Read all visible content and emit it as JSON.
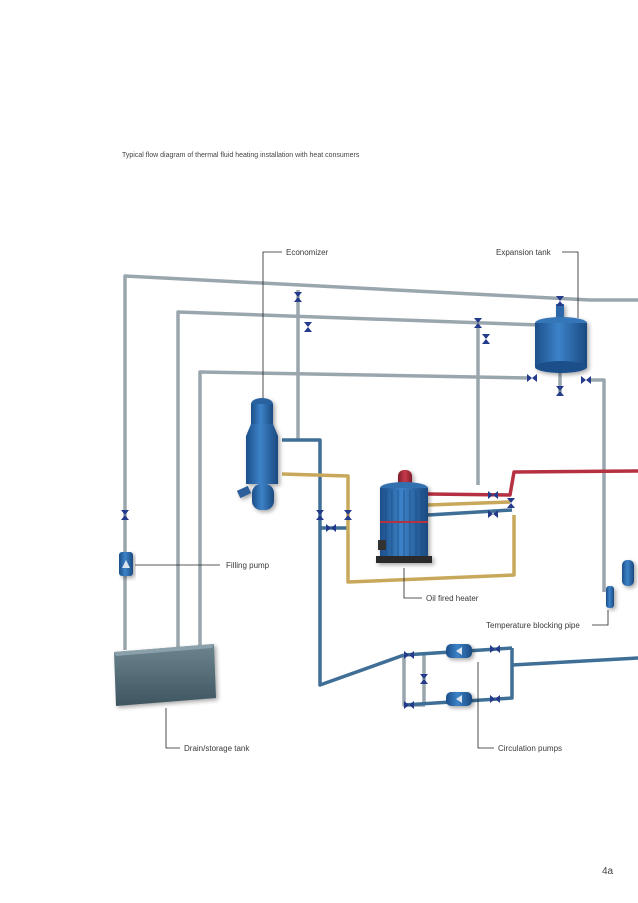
{
  "title": "Typical flow diagram of thermal fluid heating installation with heat consumers",
  "page_number": "4a",
  "labels": {
    "economizer": "Economizer",
    "expansion_tank": "Expansion tank",
    "filling_pump": "Filling pump",
    "oil_fired_heater": "Oil fired heater",
    "temperature_blocking_pipe": "Temperature blocking pipe",
    "drain_storage_tank": "Drain/storage tank",
    "circulation_pumps": "Circulation pumps"
  },
  "colors": {
    "grey_pipe": "#9aa6ae",
    "blue_pipe": "#3f6f96",
    "yellow_pipe": "#c8a85a",
    "red_pipe": "#b53040",
    "equipment_blue": "#2e67a8",
    "tank_dark": "#4f6670",
    "valve": "#243a8a"
  }
}
